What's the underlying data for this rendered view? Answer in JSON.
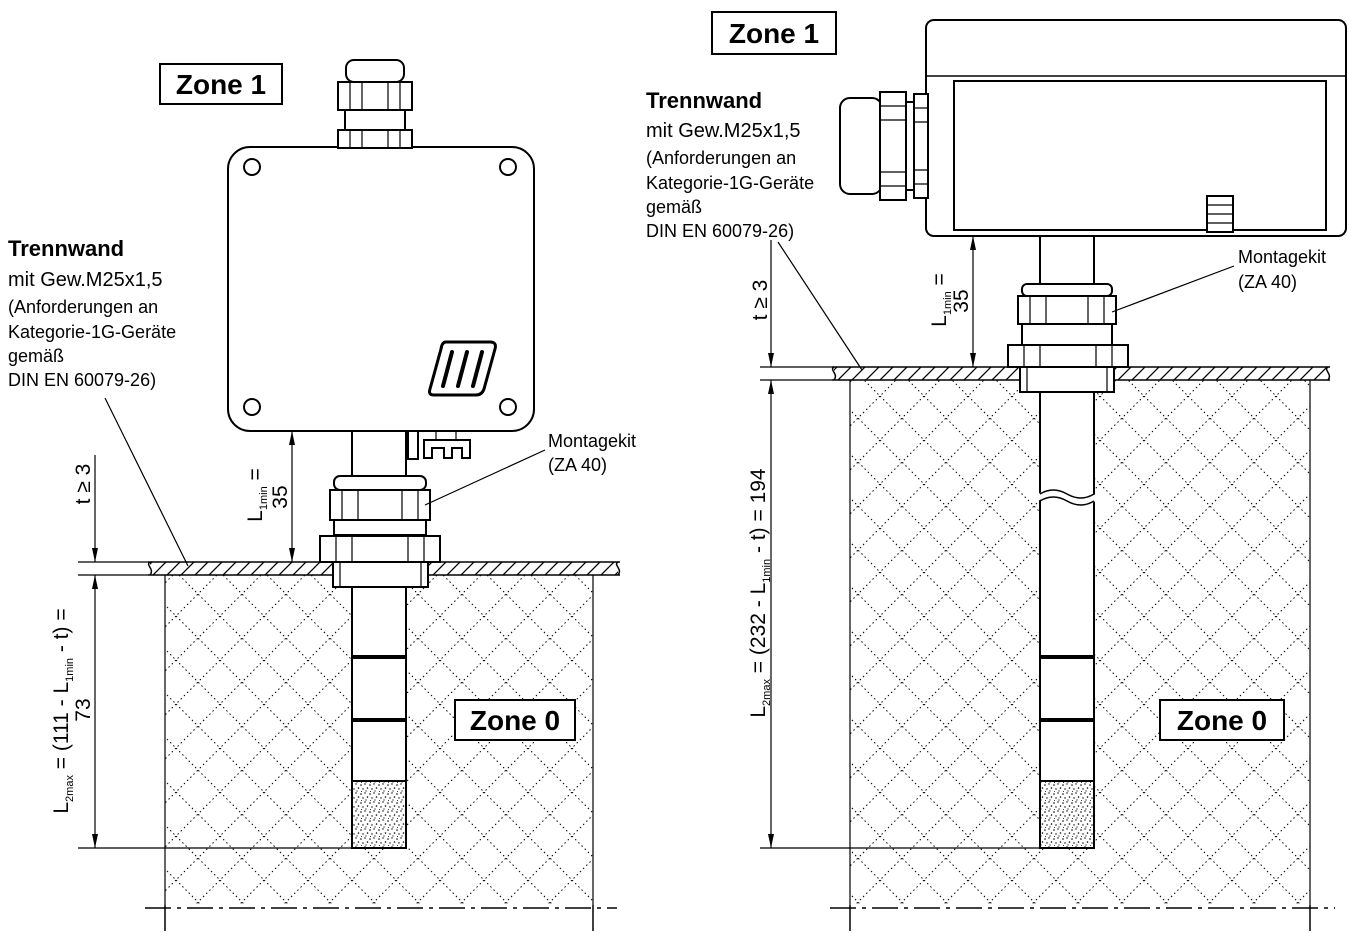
{
  "left": {
    "zone1_label": "Zone 1",
    "zone0_label": "Zone 0",
    "partition": {
      "title": "Trennwand",
      "thread": "mit Gew.M25x1,5",
      "note_lines": [
        "(Anforderungen an",
        "Kategorie-1G-Geräte",
        "gemäß",
        "DIN EN 60079-26)"
      ]
    },
    "mounting_kit": {
      "title": "Montagekit",
      "code": "(ZA 40)"
    },
    "dim_t": "t ≥ 3",
    "dim_l1": {
      "symbol": "L",
      "subscript": "1min",
      "equals": "=",
      "value": "35"
    },
    "dim_l2": {
      "symbol": "L",
      "subscript": "2max",
      "expr_start": "= (111 - L",
      "expr_subscript": "1min",
      "expr_end": "- t) =",
      "value": "73"
    }
  },
  "right": {
    "zone1_label": "Zone 1",
    "zone0_label": "Zone 0",
    "partition": {
      "title": "Trennwand",
      "thread": "mit Gew.M25x1,5",
      "note_lines": [
        "(Anforderungen an",
        "Kategorie-1G-Geräte",
        "gemäß",
        "DIN EN 60079-26)"
      ]
    },
    "mounting_kit": {
      "title": "Montagekit",
      "code": "(ZA 40)"
    },
    "dim_t": "t ≥ 3",
    "dim_l1": {
      "symbol": "L",
      "subscript": "1min",
      "equals": "=",
      "value": "35"
    },
    "dim_l2": {
      "symbol": "L",
      "subscript": "2max",
      "expr_start": "= (232 - L",
      "expr_subscript": "1min",
      "expr_end": "- t) =",
      "value": "194"
    }
  }
}
